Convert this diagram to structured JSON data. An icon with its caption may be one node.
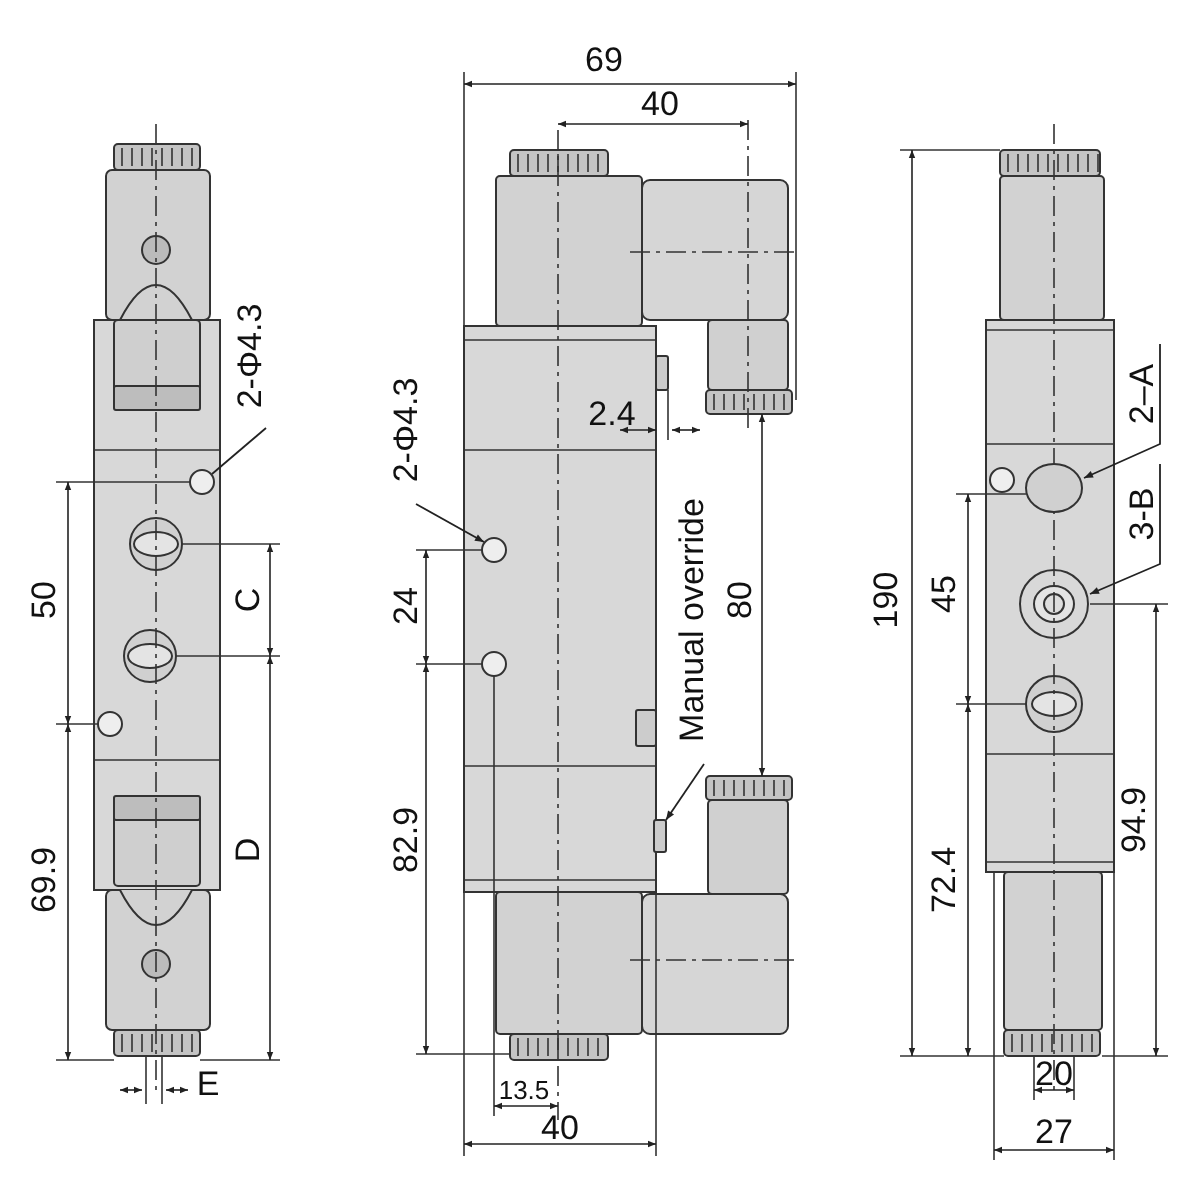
{
  "diagram": {
    "nodes": [
      {
        "text": [
          "2-Φ4.3"
        ]
      },
      {
        "text": [],
        "shape": "circle"
      },
      {
        "text": [
          "2-Φ4.3"
        ]
      },
      {
        "text": [],
        "shape": "circle"
      },
      {
        "text": [
          "Manual override"
        ]
      },
      {
        "text": [],
        "shape": "box"
      },
      {
        "text": [
          "2–A"
        ]
      },
      {
        "text": [],
        "shape": "circle"
      },
      {
        "text": [
          "3-B"
        ]
      },
      {
        "text": [],
        "shape": "circle"
      }
    ],
    "edges": [
      {
        "from": 0,
        "to": 1,
        "arrow": "none"
      },
      {
        "from": 2,
        "to": 3,
        "arrow": "to"
      },
      {
        "from": 4,
        "to": 5,
        "arrow": "to"
      },
      {
        "from": 6,
        "to": 7,
        "arrow": "to"
      },
      {
        "from": 8,
        "to": 9,
        "arrow": "to"
      }
    ],
    "labels": [
      "69",
      "40",
      "2.4",
      "50",
      "C",
      "24",
      "80",
      "190",
      "45",
      "94.9",
      "69.9",
      "D",
      "82.9",
      "72.4",
      "E",
      "13.5",
      "20",
      "40",
      "27"
    ]
  }
}
